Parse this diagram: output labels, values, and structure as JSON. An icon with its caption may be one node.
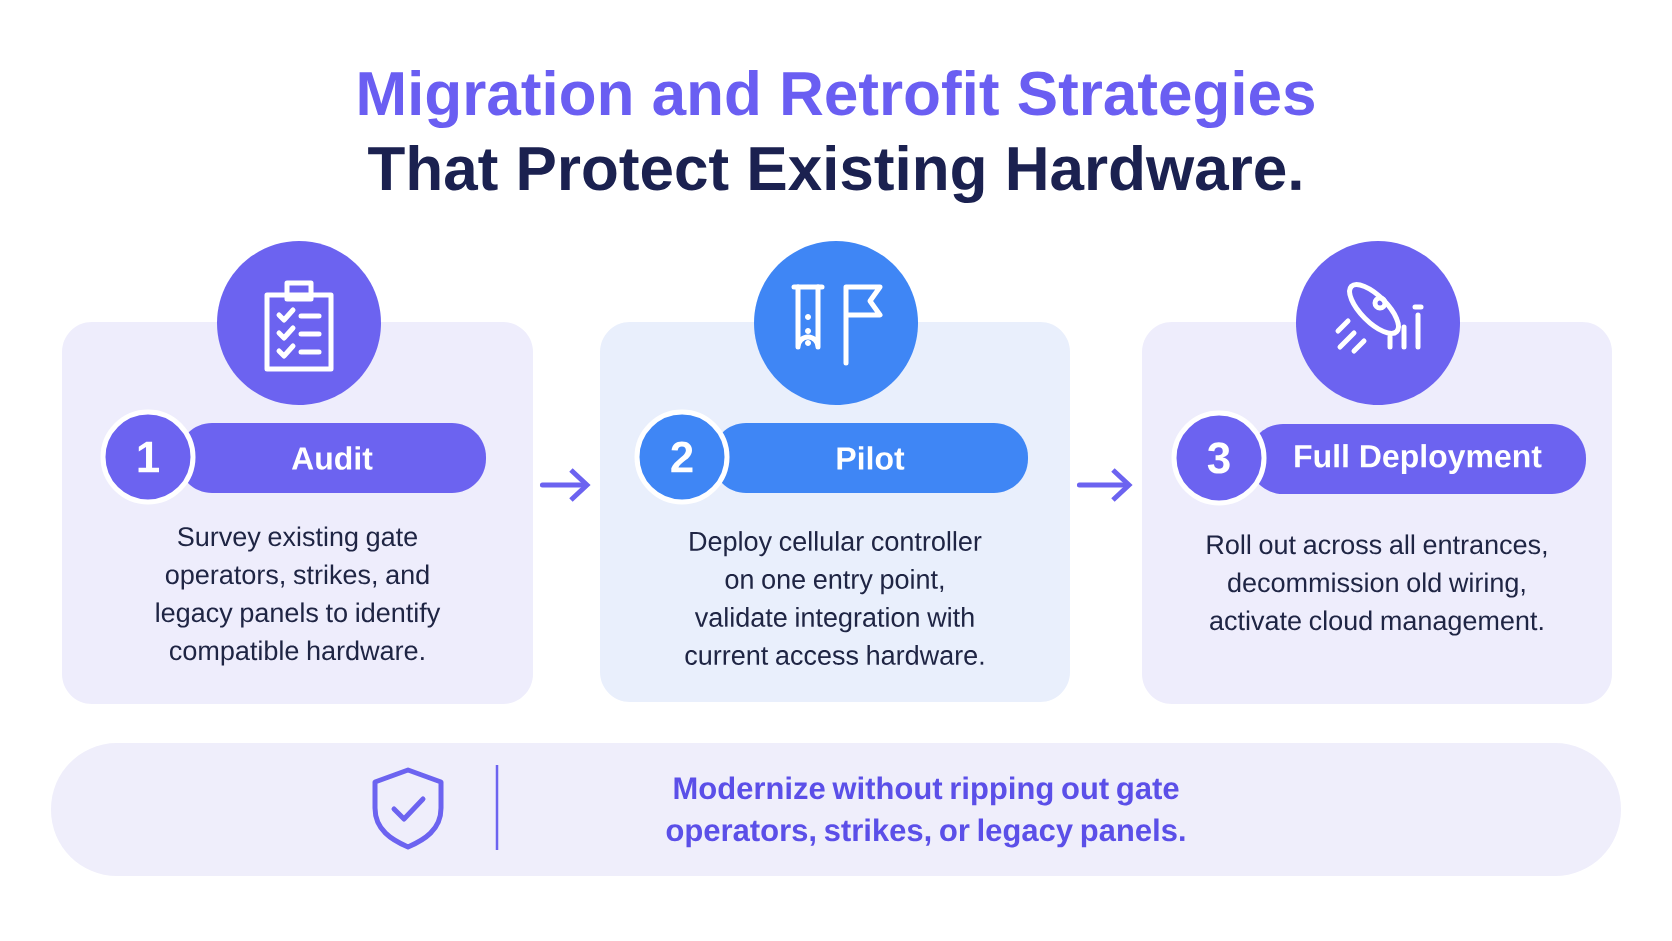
{
  "diagram": {
    "title": "Migration and Retrofit Strategies",
    "nodes": [
      {
        "text": [
          "Survey existing gate operators, strikes, and legacy panels to identify compatible hardware."
        ]
      },
      {
        "text": [
          "1"
        ],
        "in": 0
      },
      {
        "text": [
          "Audit"
        ],
        "in": 0
      },
      {
        "text": [
          "Deploy cellular controller on one entry point, validate integration with current access hardware."
        ]
      },
      {
        "text": [
          "2"
        ],
        "in": 3
      },
      {
        "text": [
          "Pilot"
        ],
        "in": 3
      },
      {
        "text": [
          "Roll out across all entrances, decommission old wiring, activate cloud management."
        ]
      },
      {
        "text": [
          "3"
        ],
        "in": 6
      },
      {
        "text": [
          "Full Deployment"
        ],
        "in": 6
      },
      {
        "text": [
          "Modernize without ripping out gate operators, strikes, or legacy panels."
        ]
      }
    ],
    "edges": [
      {
        "from": 0,
        "to": 3,
        "arrow": "to"
      },
      {
        "from": 3,
        "to": 6,
        "arrow": "to"
      }
    ],
    "labels": [
      "That Protect Existing Hardware."
    ]
  }
}
